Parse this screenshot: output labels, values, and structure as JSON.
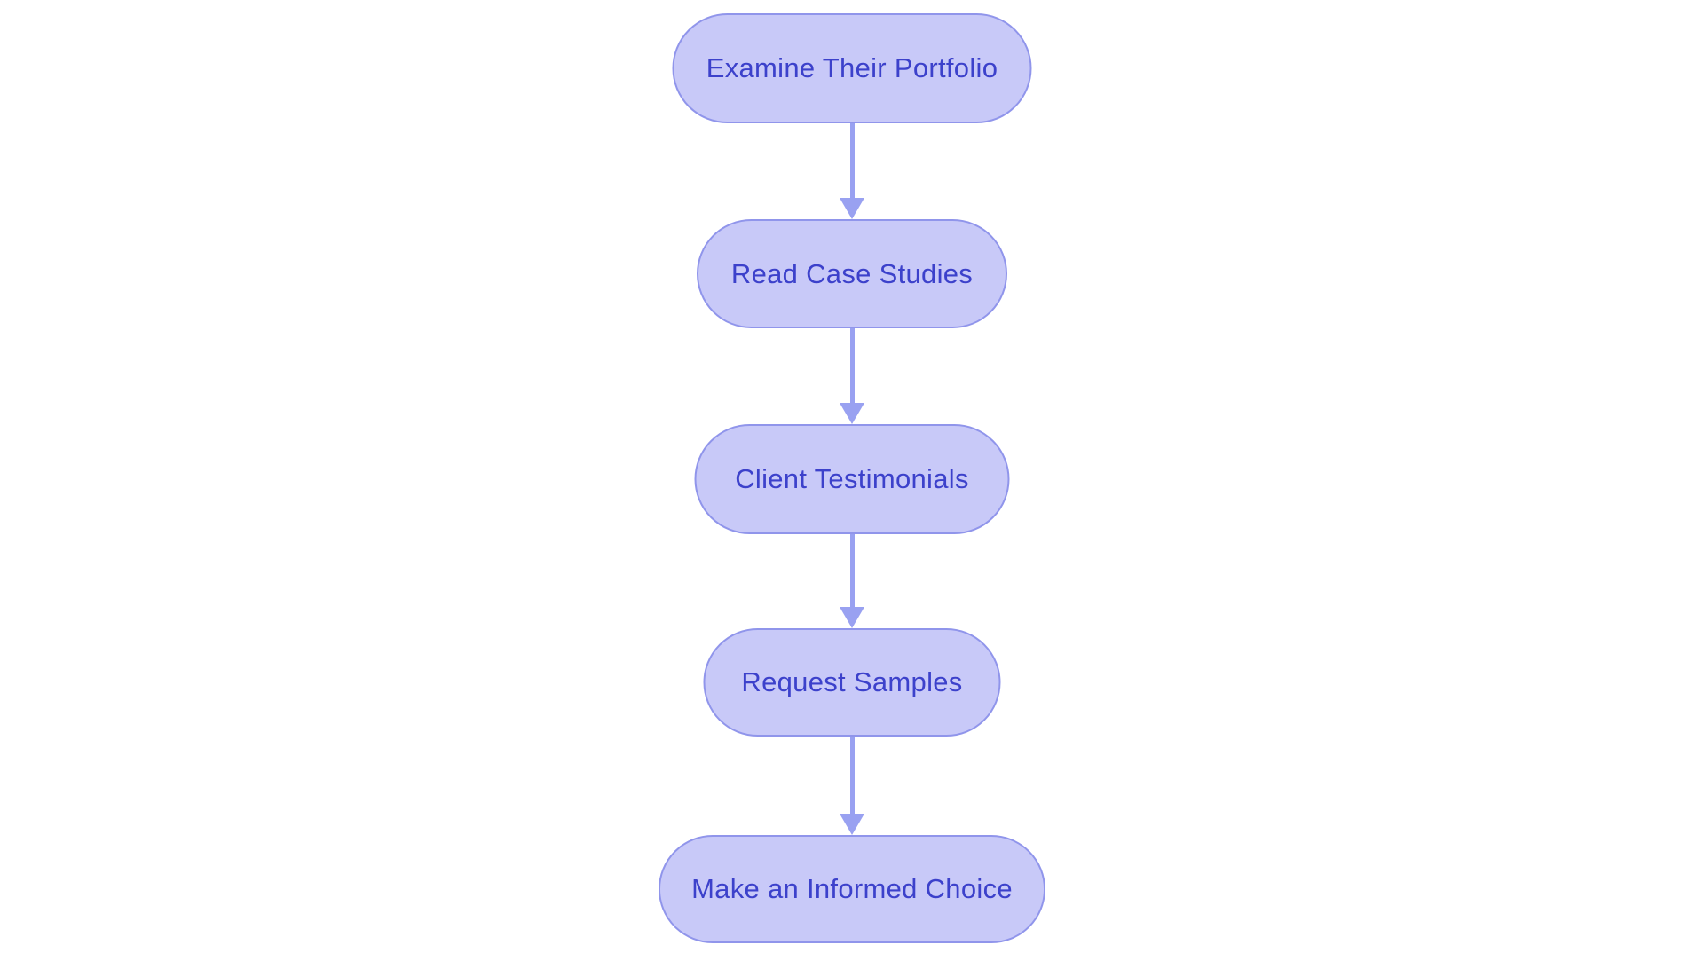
{
  "diagram": {
    "type": "flowchart",
    "direction": "top-down",
    "nodes": [
      {
        "id": "n1",
        "shape": "stadium",
        "label": "Examine Their Portfolio"
      },
      {
        "id": "n2",
        "shape": "stadium",
        "label": "Read Case Studies"
      },
      {
        "id": "n3",
        "shape": "stadium",
        "label": "Client Testimonials"
      },
      {
        "id": "n4",
        "shape": "stadium",
        "label": "Request Samples"
      },
      {
        "id": "n5",
        "shape": "stadium",
        "label": "Make an Informed Choice"
      }
    ],
    "edges": [
      {
        "from": "n1",
        "to": "n2",
        "style": "arrow-down"
      },
      {
        "from": "n2",
        "to": "n3",
        "style": "arrow-down"
      },
      {
        "from": "n3",
        "to": "n4",
        "style": "arrow-down"
      },
      {
        "from": "n4",
        "to": "n5",
        "style": "arrow-down"
      }
    ],
    "colors": {
      "node_fill": "#c8c9f8",
      "node_border": "#9095eb",
      "node_text": "#3c41cb",
      "arrow": "#99a1f1",
      "background": "#ffffff"
    }
  }
}
